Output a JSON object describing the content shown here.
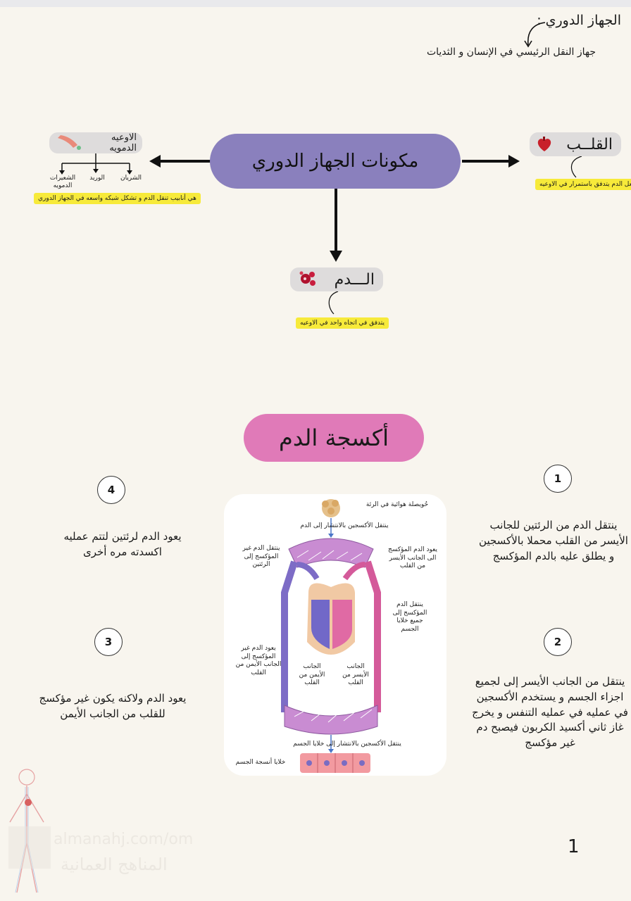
{
  "header": {
    "title": "الجهاز الدوري :",
    "definition": "جهاز النقل الرئيسي في الإنسان و الثديات"
  },
  "mind_map": {
    "center": "مكونات الجهاز الدوري",
    "heart": {
      "label": "القلــب",
      "note": "يجعل الدم يتدفق باستمرار في الاوعيه"
    },
    "vessels": {
      "label": "الاوعيه الدمويه",
      "children": [
        "الشريان",
        "الوريد",
        "الشعيرات الدمويه"
      ],
      "note": "هي أنابيب تنقل الدم و تشكل شبكه واسعه في الجهاز الدوري"
    },
    "blood": {
      "label": "الـــدم",
      "note": "يتدفق في اتجاه واحد في الاوعيه"
    }
  },
  "section": {
    "title": "أكسجة الدم"
  },
  "steps": [
    {
      "number": "1",
      "text": "ينتقل الدم من الرئتين للجانب الأيسر من القلب محملا بالأكسجين و يطلق عليه بالدم المؤكسج"
    },
    {
      "number": "2",
      "text": "ينتقل من الجانب الأيسر إلى لجميع اجزاء الجسم و يستخدم الأكسجين في عمليه في عمليه التنفس و يخرج غاز ثاني أكسيد الكربون فيصبح دم غير مؤكسج"
    },
    {
      "number": "3",
      "text": "يعود الدم ولاكنه يكون غير مؤكسج للقلب من الجانب الأيمن"
    },
    {
      "number": "4",
      "text": "يعود الدم لرئتين لتتم عمليه اكسدته مره أخرى"
    }
  ],
  "diagram": {
    "alveolus": "حُويصلة هوائية في الرئة",
    "o2_diffuse_blood": "ينتقل الأكسجين بالانتشار إلى الدم",
    "deoxy_to_lungs": "ينتقل الدم غير المؤكسج إلى الرئتين",
    "oxy_to_left": "يعود الدم المؤكسج الى الجانب الأيسر من القلب",
    "oxy_to_cells": "ينتقل الدم المؤكسج إلى جميع خلايا الجسم",
    "deoxy_return": "يعود الدم غير المؤكسج إلى الجانب الأيمن من القلب",
    "right_side": "الجانب الأيمن من القلب",
    "left_side": "الجانب الأيسر من القلب",
    "o2_diffuse_cells": "ينتقل الأكسجين بالانتشار إلى خلايا الجسم",
    "body_cells": "خلايا أنسجة الجسم"
  },
  "footer": {
    "page_number": "1",
    "watermark_url": "almanahj.com/om",
    "watermark_name": "المناهج العمانية"
  },
  "colors": {
    "center_pill": "#8a80bd",
    "section_pill": "#e07ab8",
    "highlight": "#f7ea3a"
  }
}
